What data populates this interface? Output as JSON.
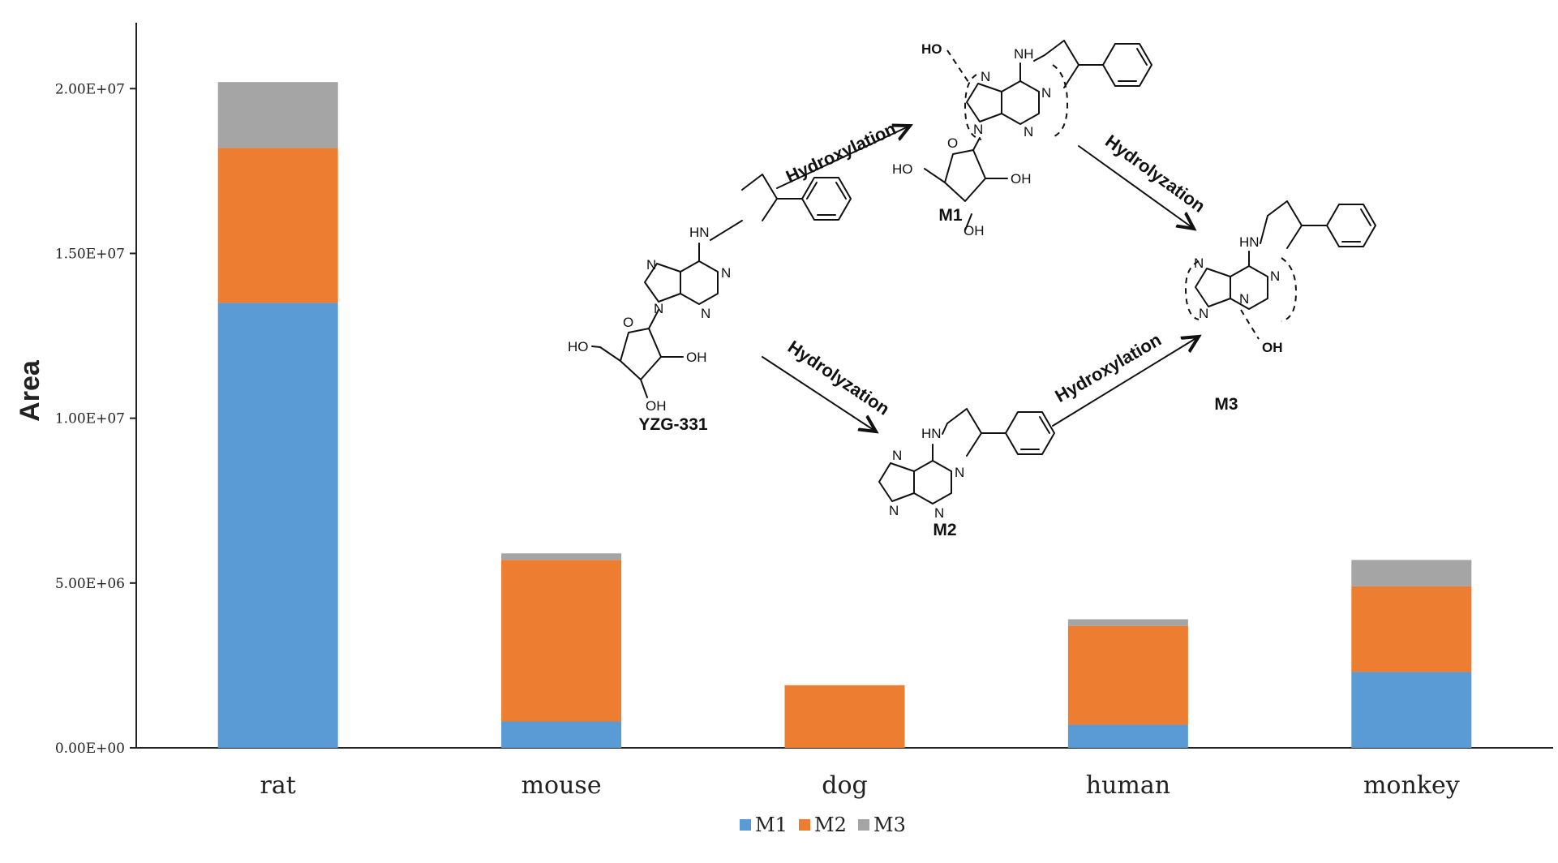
{
  "chart_data": {
    "type": "bar",
    "stacked": true,
    "title": "",
    "xlabel": "",
    "ylabel": "Area",
    "ylim": [
      0,
      22000000
    ],
    "y_ticks": [
      "0.00E+00",
      "5.00E+06",
      "1.00E+07",
      "1.50E+07",
      "2.00E+07"
    ],
    "y_tick_values": [
      0,
      5000000,
      10000000,
      15000000,
      20000000
    ],
    "categories": [
      "rat",
      "mouse",
      "dog",
      "human",
      "monkey"
    ],
    "series": [
      {
        "name": "M1",
        "color": "#5B9BD5",
        "values": [
          13500000,
          800000,
          0,
          700000,
          2300000
        ]
      },
      {
        "name": "M2",
        "color": "#ED7D31",
        "values": [
          4700000,
          4900000,
          1900000,
          3000000,
          2600000
        ]
      },
      {
        "name": "M3",
        "color": "#A5A5A5",
        "values": [
          2000000,
          200000,
          0,
          200000,
          800000
        ]
      }
    ],
    "grid": false,
    "legend_position": "bottom"
  },
  "scheme": {
    "compounds": {
      "parent": "YZG-331",
      "m1": "M1",
      "m2": "M2",
      "m3": "M3"
    },
    "reactions": {
      "parent_to_m1": "Hydroxylation",
      "m1_to_m3": "Hydrolyzation",
      "parent_to_m2": "Hydrolyzation",
      "m2_to_m3": "Hydroxylation"
    },
    "atoms": {
      "hn": "HN",
      "nh": "NH",
      "n": "N",
      "o": "O",
      "oh": "OH",
      "ho": "HO"
    }
  }
}
